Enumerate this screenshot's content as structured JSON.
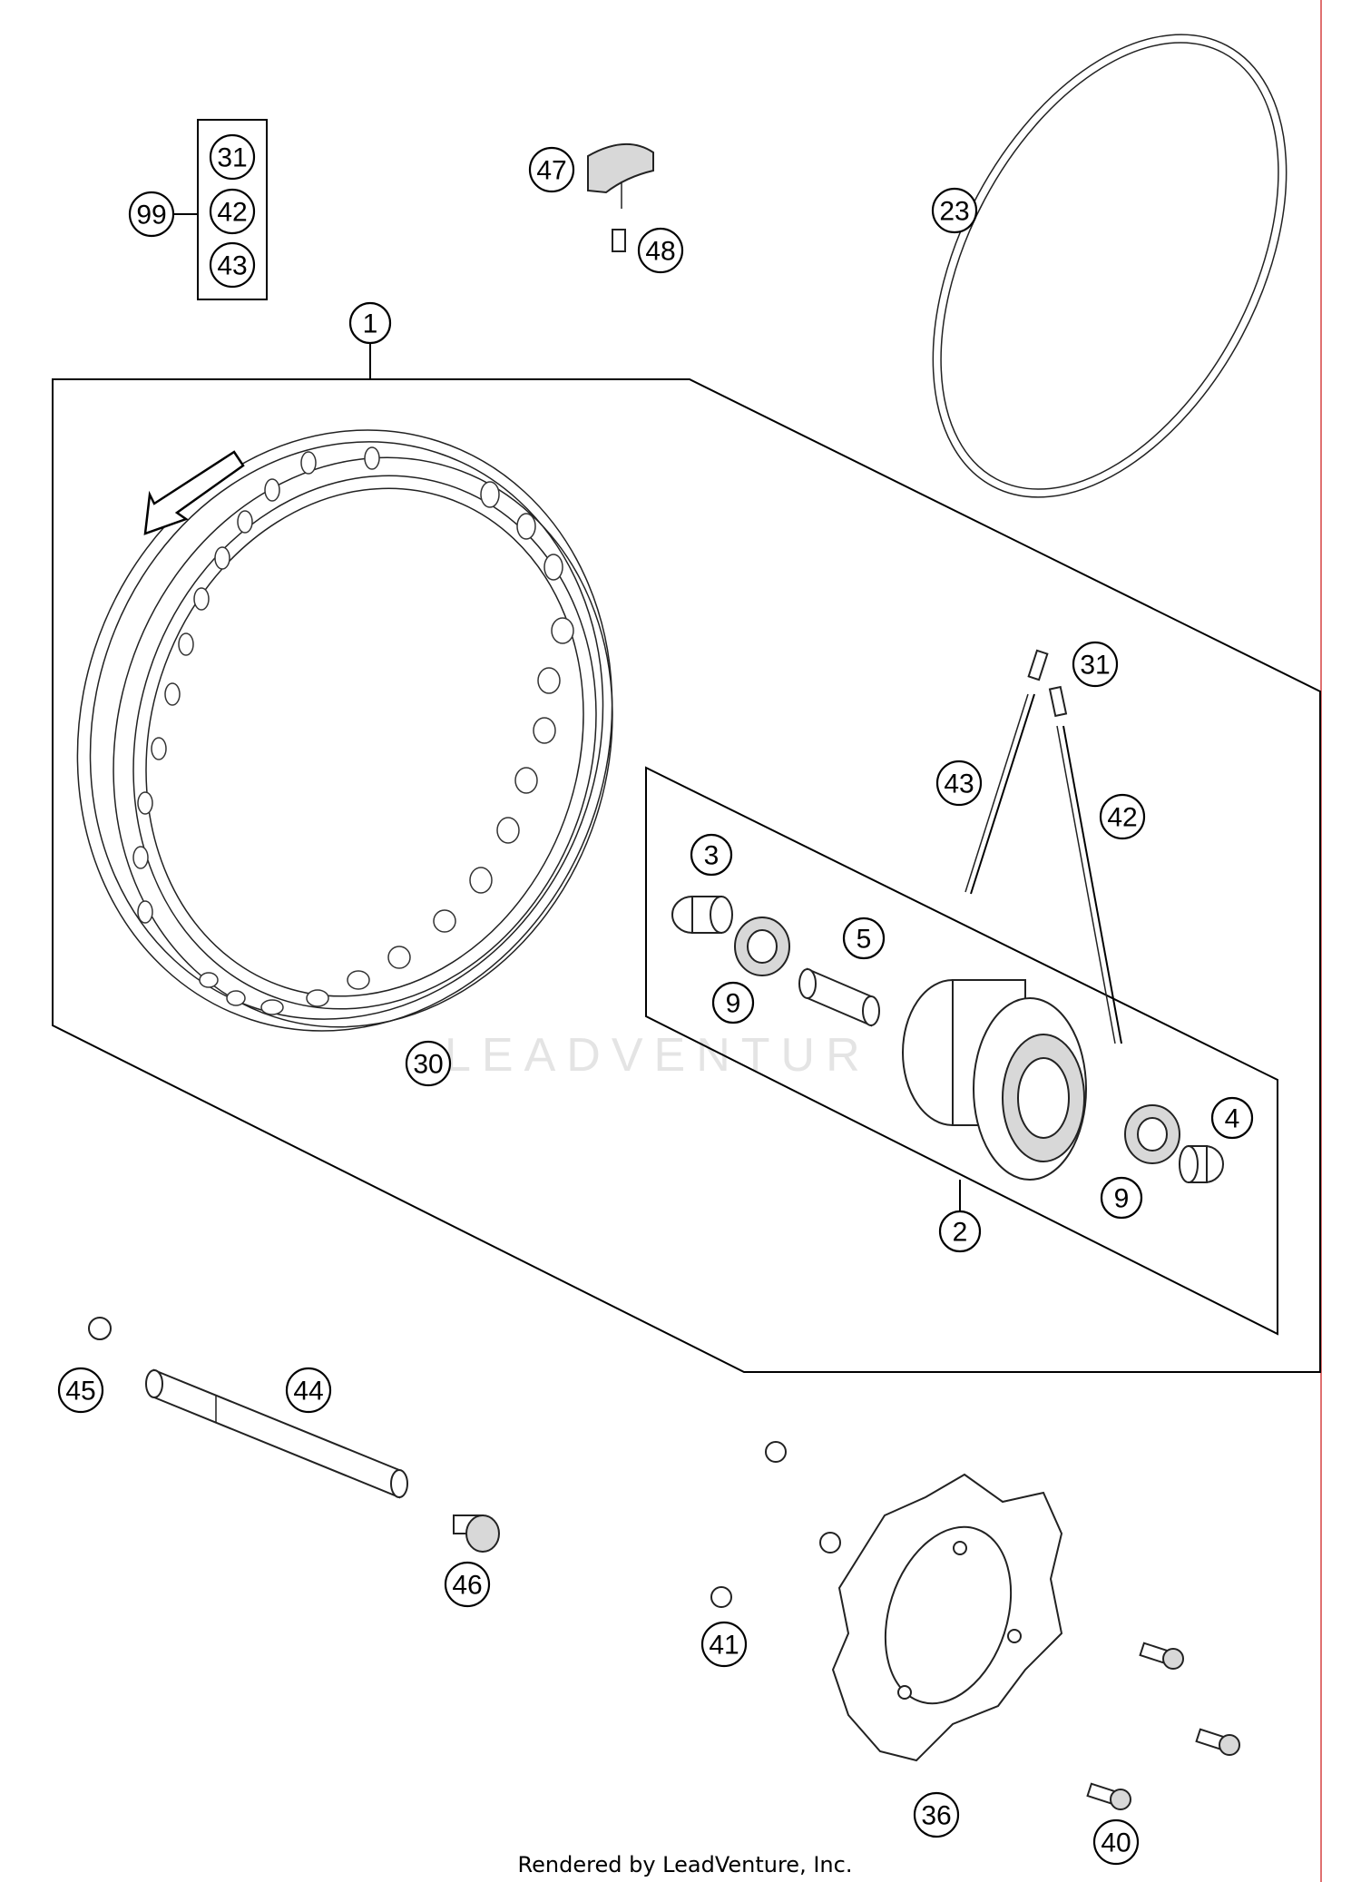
{
  "watermark": "LEADVENTUR",
  "footer": "Rendered by LeadVenture, Inc.",
  "callouts": {
    "c1": "1",
    "c2": "2",
    "c3": "3",
    "c4": "4",
    "c5": "5",
    "c9a": "9",
    "c9b": "9",
    "c23": "23",
    "c30": "30",
    "c31": "31",
    "c31b": "31",
    "c36": "36",
    "c40": "40",
    "c41": "41",
    "c42": "42",
    "c42b": "42",
    "c43": "43",
    "c43b": "43",
    "c44": "44",
    "c45": "45",
    "c46": "46",
    "c47": "47",
    "c48": "48",
    "c99": "99"
  }
}
